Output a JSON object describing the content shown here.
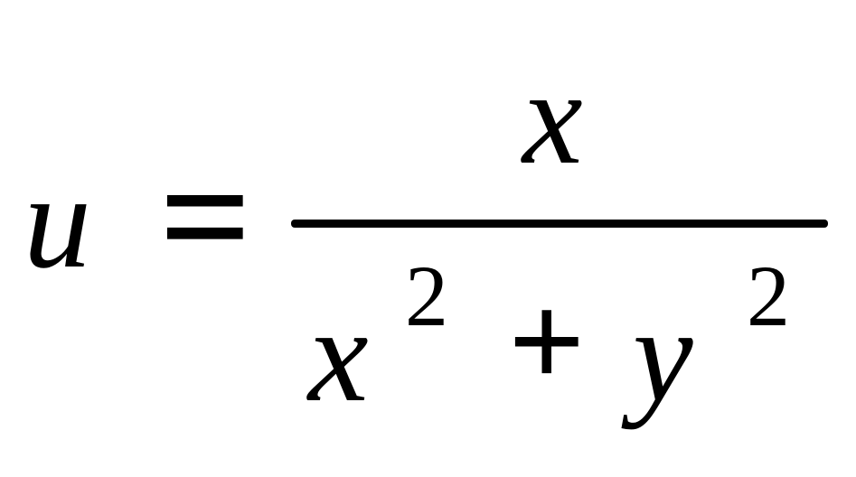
{
  "equation": {
    "lhs": "u",
    "equals": "=",
    "numerator": "x",
    "denominator": {
      "term1_base": "x",
      "term1_exponent": "2",
      "plus": "+",
      "term2_base": "y",
      "term2_exponent": "2"
    }
  }
}
